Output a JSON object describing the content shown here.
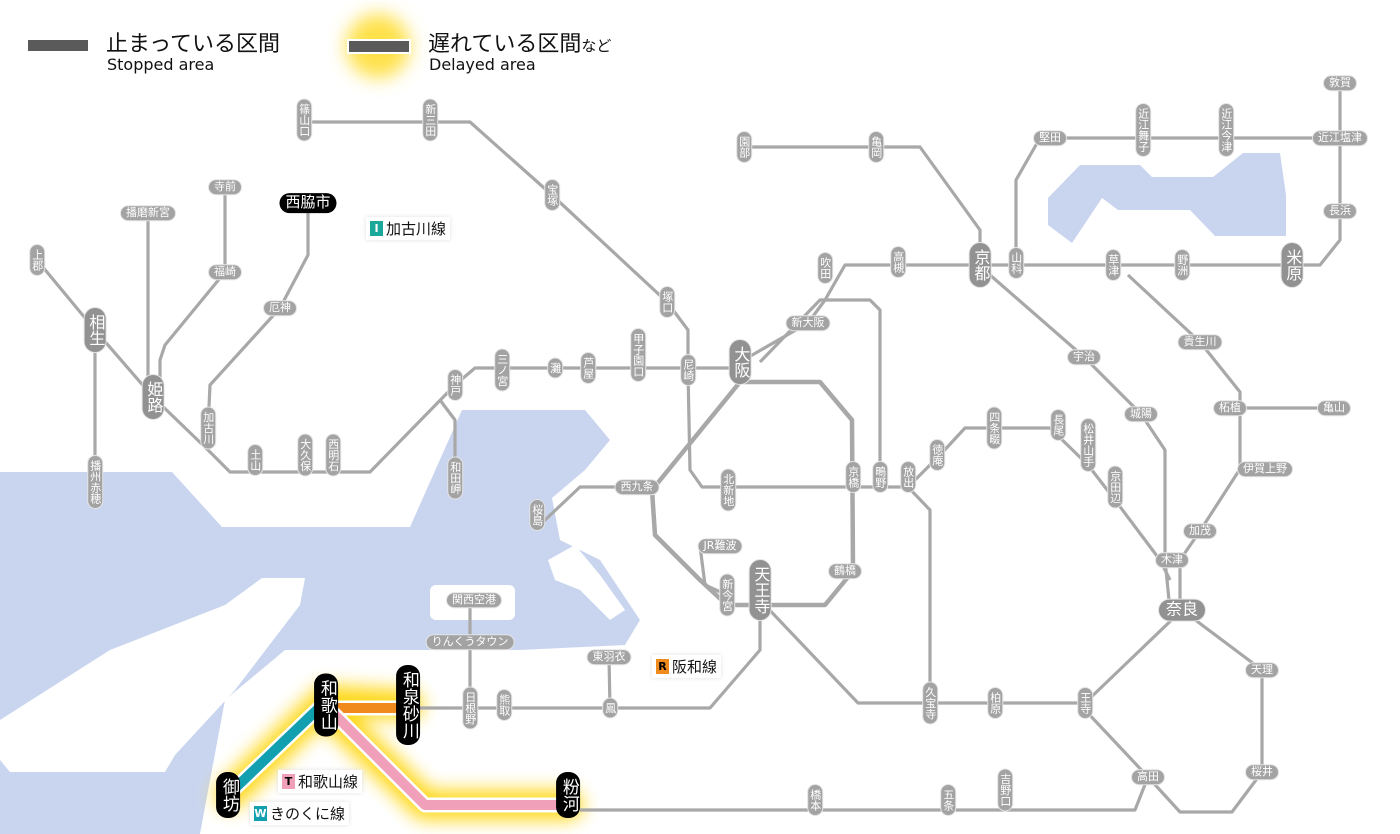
{
  "legend": {
    "stopped_jp": "止まっている区間",
    "stopped_en": "Stopped area",
    "delayed_jp": "遅れている区間",
    "delayed_jp_suffix": "など",
    "delayed_en": "Delayed area"
  },
  "line_labels": [
    {
      "badge": "I",
      "name": "加古川線",
      "color": "#1aa89a"
    },
    {
      "badge": "R",
      "name": "阪和線",
      "color": "#f08a1c"
    },
    {
      "badge": "T",
      "name": "和歌山線",
      "color": "#f0a0b8"
    },
    {
      "badge": "W",
      "name": "きのくに線",
      "color": "#12a0b0"
    }
  ],
  "colors": {
    "line": "#a8a8a8",
    "water": "#c9d5ef",
    "glow": "#ffd400",
    "hanwa": "#f08a1c",
    "wakayama": "#f0a0b8",
    "kinokuni": "#12a0b0"
  },
  "stations": [
    "篠山口",
    "新三田",
    "宝塚",
    "塚口",
    "尼崎",
    "甲子園口",
    "芦屋",
    "灘",
    "三ノ宮",
    "神戸",
    "和田岬",
    "西明石",
    "大久保",
    "土山",
    "加古川",
    "姫路",
    "相生",
    "上郡",
    "播州赤穂",
    "播磨新宮",
    "寺前",
    "福崎",
    "西脇市",
    "厄神",
    "大阪",
    "新大阪",
    "吹田",
    "高槻",
    "京都",
    "山科",
    "園部",
    "亀岡",
    "堅田",
    "近江舞子",
    "近江今津",
    "近江塩津",
    "敦賀",
    "長浜",
    "米原",
    "野洲",
    "草津",
    "宇治",
    "貴生川",
    "城陽",
    "柘植",
    "亀山",
    "伊賀上野",
    "加茂",
    "木津",
    "奈良",
    "天理",
    "桜井",
    "高田",
    "王寺",
    "柏原",
    "久宝寺",
    "吉野口",
    "五条",
    "橋本",
    "粉河",
    "四条畷",
    "徳庵",
    "放出",
    "鴫野",
    "京橋",
    "長尾",
    "松井山手",
    "京田辺",
    "北新地",
    "西九条",
    "桜島",
    "JR難波",
    "新今宮",
    "天王寺",
    "鶴橋",
    "関西空港",
    "りんくうタウン",
    "東羽衣",
    "鳳",
    "熊取",
    "日根野",
    "和泉砂川",
    "和歌山",
    "御坊"
  ]
}
